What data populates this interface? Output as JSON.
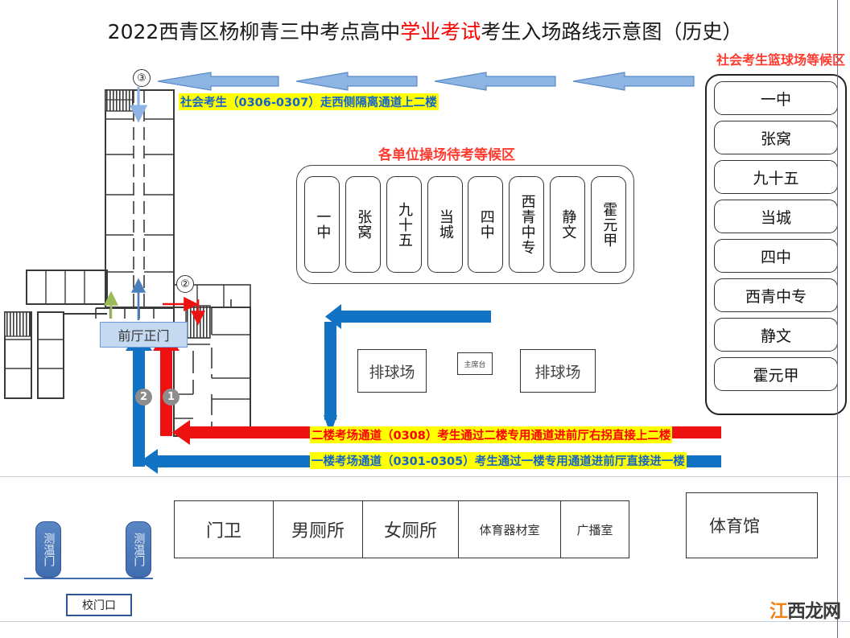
{
  "title": {
    "prefix": "2022西青区杨柳青三中考点高中",
    "highlight": "学业考试",
    "suffix": "考生入场路线示意图（历史）"
  },
  "labels": {
    "basketball_waiting": "社会考生篮球场等候区",
    "field_waiting": "各单位操场待考等候区",
    "front_hall": "前厅正门",
    "podium": "主席台",
    "court_left": "排球场",
    "court_right": "排球场",
    "gym": "体育馆",
    "school_gate": "校门口",
    "temp_gate_1": "测温门",
    "temp_gate_2": "测温门"
  },
  "callouts": {
    "social": "社会考生（0306-0307）走西侧隔离通道上二楼",
    "floor2": "二楼考场通道（0308）考生通过二楼专用通道进前厅右拐直接上二楼",
    "floor1": "一楼考场通道（0301-0305）考生通过一楼专用通道进前厅直接进一楼"
  },
  "route_markers": {
    "circle_3": "③",
    "circle_2": "②",
    "gray_2": "2",
    "gray_1": "1"
  },
  "right_panel_schools": [
    "一中",
    "张窝",
    "九十五",
    "当城",
    "四中",
    "西青中专",
    "静文",
    "霍元甲"
  ],
  "field_schools": [
    "一中",
    "张窝",
    "九十五",
    "当城",
    "四中",
    "西青中专",
    "静文",
    "霍元甲"
  ],
  "bottom_rooms": [
    {
      "label": "门卫",
      "width": 122,
      "size": 22
    },
    {
      "label": "男厕所",
      "width": 110,
      "size": 22
    },
    {
      "label": "女厕所",
      "width": 118,
      "size": 22
    },
    {
      "label": "体育器材室",
      "width": 126,
      "size": 15
    },
    {
      "label": "广播室",
      "width": 84,
      "size": 15
    }
  ],
  "watermark": {
    "accent": "江",
    "rest": "西龙网"
  },
  "colors": {
    "title_highlight": "#ff0000",
    "red_heading": "#ff3b30",
    "callout_bg": "#ffff00",
    "callout_blue": "#1464c8",
    "callout_red": "#ff0000",
    "route_red": "#ee1111",
    "route_blue": "#1272c4",
    "route_lightblue": "#8eb4e3",
    "gate_blue": "#3f6eb0",
    "front_hall_bg": "#c5d9f1"
  }
}
